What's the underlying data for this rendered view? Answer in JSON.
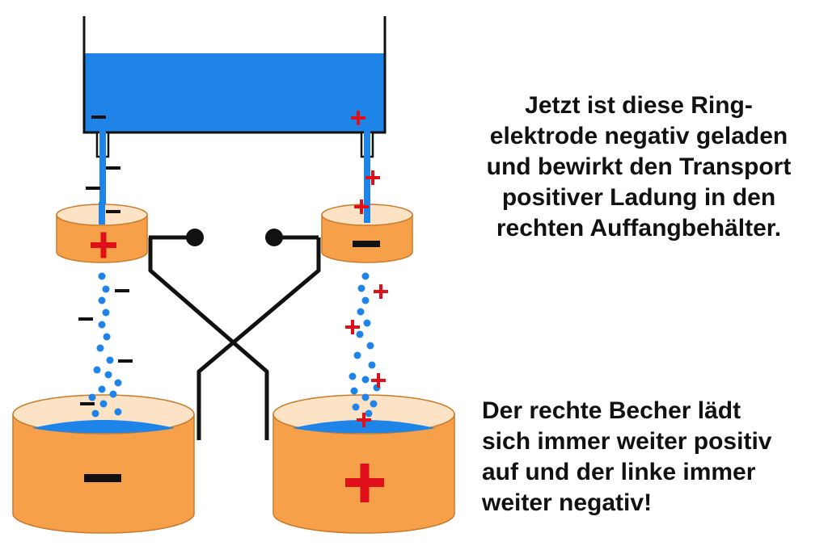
{
  "captions": {
    "top": {
      "lines": [
        "Jetzt ist diese Ring-",
        "elektrode negativ geladen",
        "und bewirkt den Transport",
        "positiver Ladung in den",
        "rechten Auffangbehälter."
      ]
    },
    "bottom": {
      "lines": [
        "Der rechte Becher lädt",
        "sich immer weiter positiv",
        "auf und der linke immer",
        "weiter negativ!"
      ]
    }
  },
  "diagram": {
    "left_ring_electrode": {
      "charge": "positive"
    },
    "right_ring_electrode": {
      "charge": "negative"
    },
    "left_beaker": {
      "charge": "negative"
    },
    "right_beaker": {
      "charge": "positive"
    },
    "left_stream": {
      "charge": "negative"
    },
    "right_stream": {
      "charge": "positive"
    },
    "colors": {
      "water": "#1e84e8",
      "electrode": "#f6a04a",
      "electrode_rim": "#fde3c5",
      "wire": "#111111",
      "positive": "#e0101a",
      "negative": "#111111"
    }
  }
}
